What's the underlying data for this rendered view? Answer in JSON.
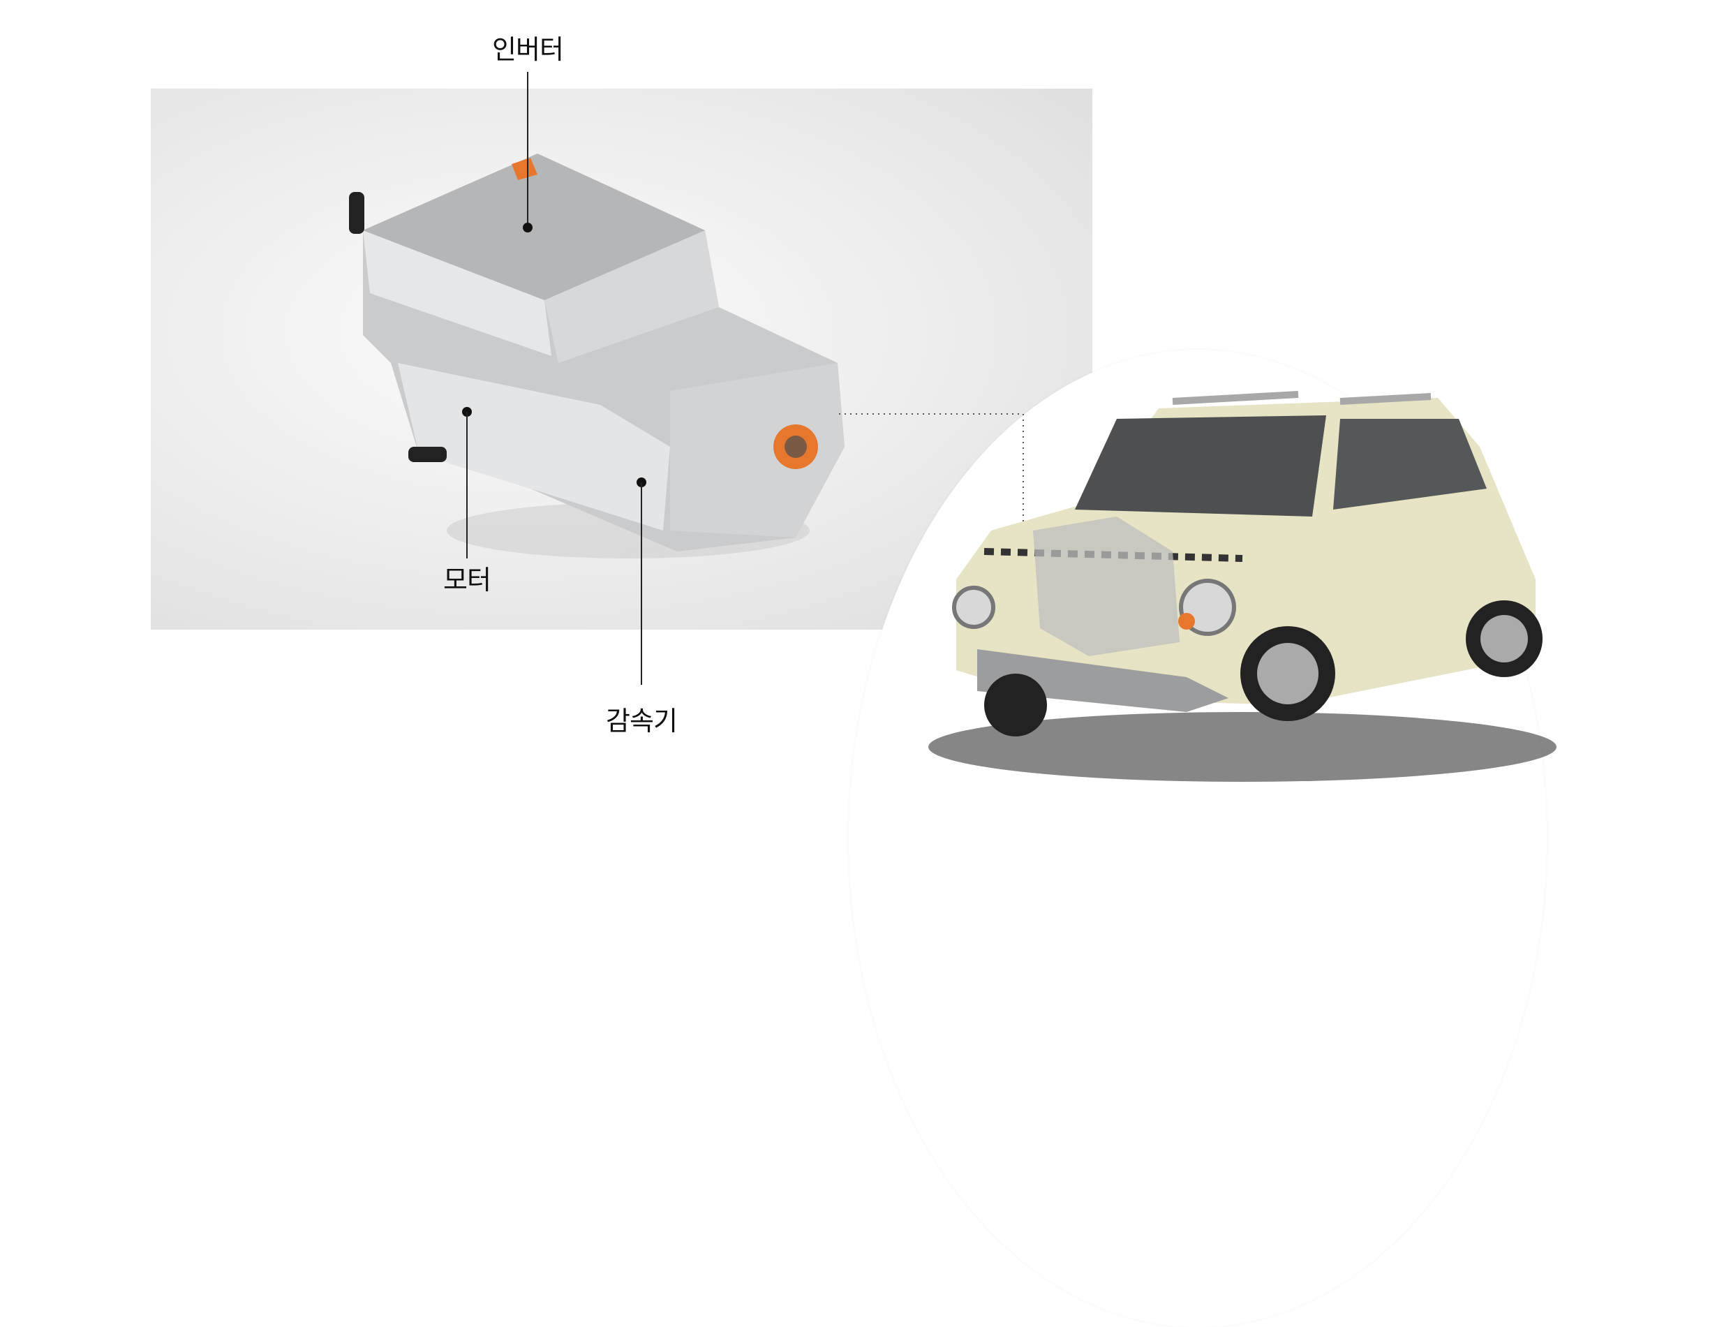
{
  "labels": {
    "inverter": "인버터",
    "motor": "모터",
    "reducer": "감속기"
  },
  "colors": {
    "accent_orange": "#e8772e",
    "car_body": "#e6e4c4",
    "panel_gray": "#e8e8e8"
  }
}
